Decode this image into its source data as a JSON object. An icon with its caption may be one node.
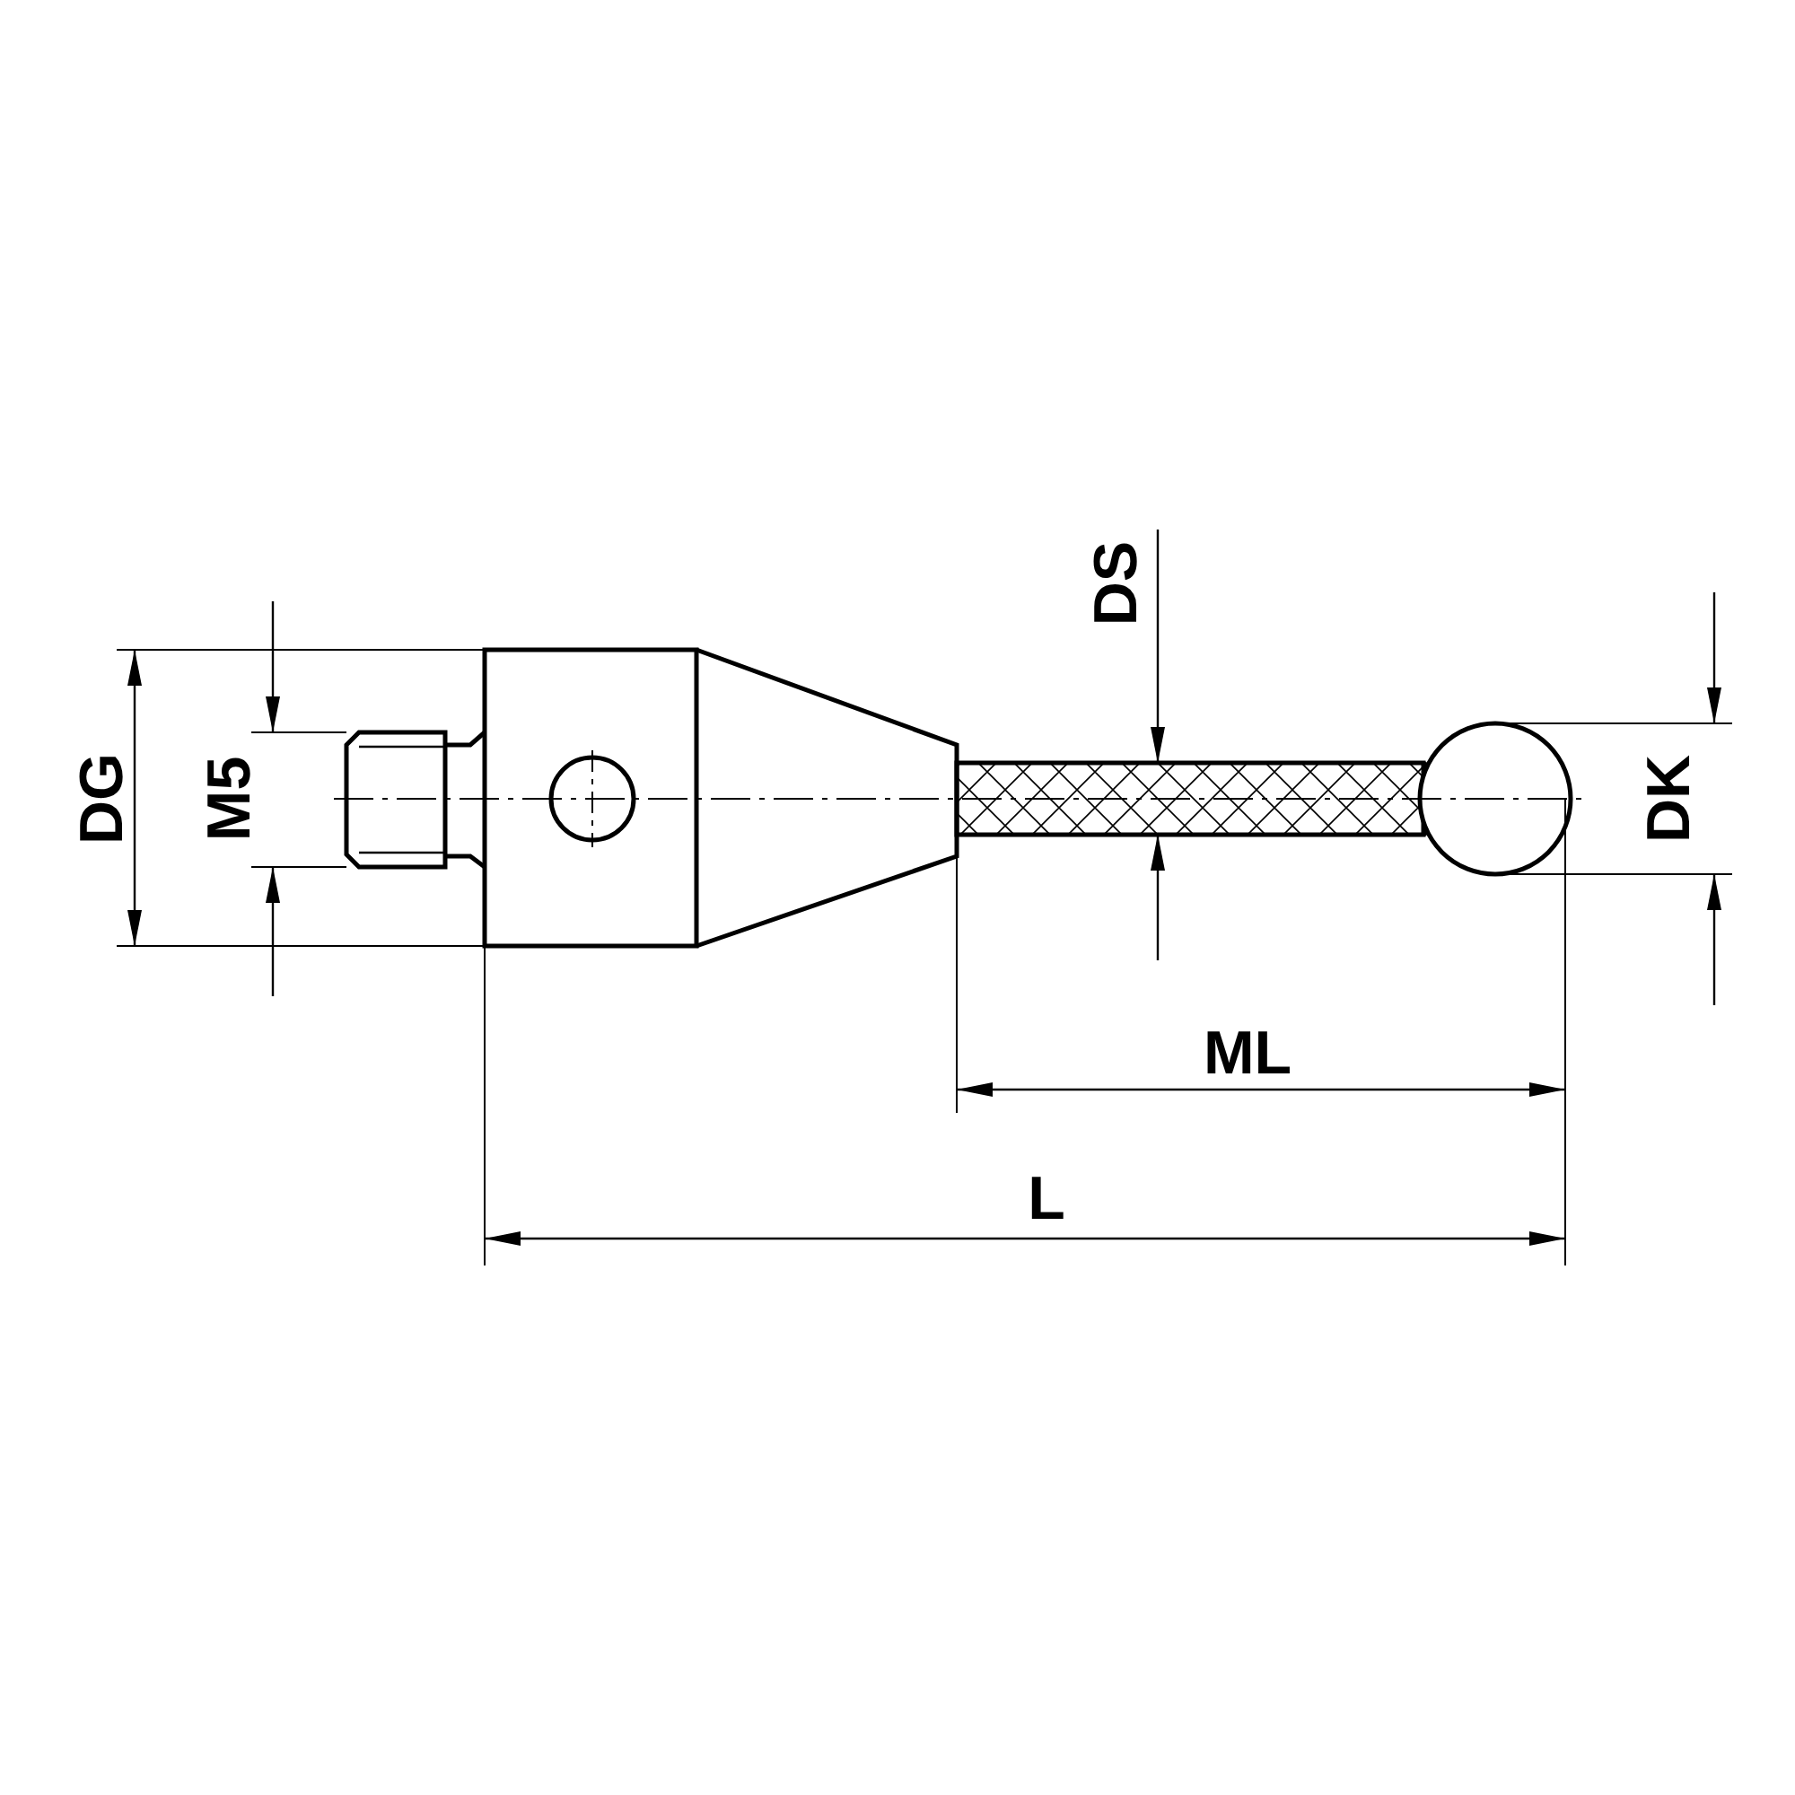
{
  "diagram": {
    "labels": [
      "DS",
      "DG",
      "M5",
      "DK",
      "ML",
      "L"
    ]
  }
}
